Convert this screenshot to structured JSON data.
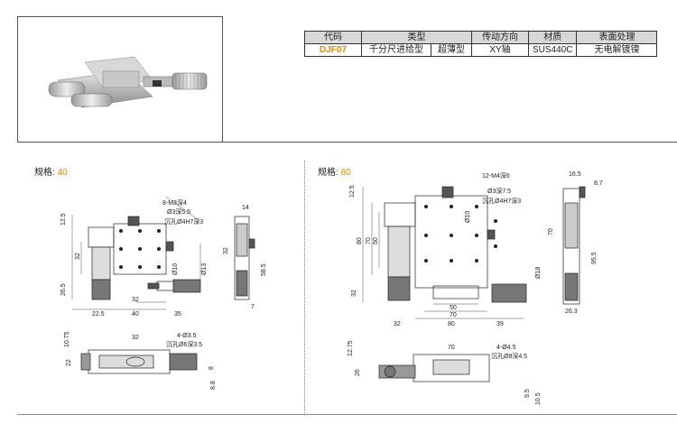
{
  "table": {
    "headers": [
      "代码",
      "类型",
      "传动方向",
      "材质",
      "表面处理"
    ],
    "row": [
      "DJF07",
      "千分尺进给型",
      "超薄型",
      "XY轴",
      "SUS440C",
      "无电解镀镍"
    ]
  },
  "left": {
    "spec_label": "规格: ",
    "spec_value": "40",
    "callouts": [
      "8-M3深4",
      "Ø3深5.5",
      "沉孔Ø4H7深3",
      "4-Ø3.5",
      "沉孔Ø6深3.5"
    ],
    "dims": [
      "12.5",
      "32",
      "26.5",
      "22.5",
      "40",
      "35",
      "32",
      "Ø10",
      "Ø13",
      "14",
      "32",
      "58.5",
      "7",
      "10.75",
      "32",
      "22",
      "8",
      "8.8"
    ]
  },
  "right": {
    "spec_label": "规格: ",
    "spec_value": "80",
    "callouts": [
      "12-M4深6",
      "Ø3深7.5",
      "沉孔Ø4H7深3",
      "4-Ø4.5",
      "沉孔Ø8深4.5"
    ],
    "dims": [
      "12.5",
      "80",
      "70",
      "50",
      "Ø10",
      "32",
      "Ø18",
      "50",
      "70",
      "32",
      "80",
      "39",
      "16.5",
      "8.7",
      "70",
      "95.5",
      "26.3",
      "12.75",
      "70",
      "26",
      "9.5",
      "10.5"
    ]
  }
}
